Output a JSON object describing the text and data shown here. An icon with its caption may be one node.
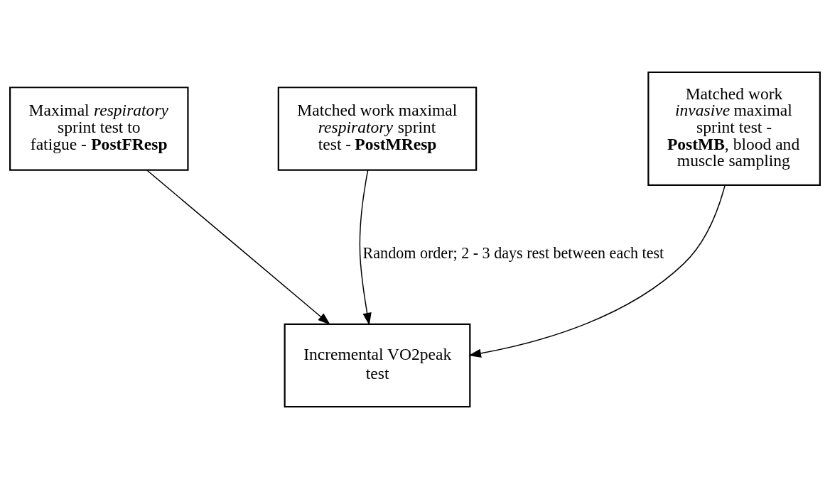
{
  "diagram": {
    "nodes": [
      {
        "text": [
          "Maximal *respiratory* sprint test to fatigue - **PostFResp**"
        ]
      },
      {
        "text": [
          "Matched work maximal *respiratory* sprint test - **PostMResp**"
        ]
      },
      {
        "text": [
          "Matched work *invasive* maximal sprint test - **PostMB**, blood and muscle sampling"
        ]
      },
      {
        "text": [
          "Incremental VO2peak test"
        ]
      }
    ],
    "edges": [
      {
        "from": 0,
        "to": 3,
        "arrow": "to"
      },
      {
        "from": 1,
        "to": 3,
        "arrow": "to",
        "label": "Random order; 2 - 3 days rest between each test"
      },
      {
        "from": 2,
        "to": 3,
        "arrow": "to"
      }
    ]
  }
}
